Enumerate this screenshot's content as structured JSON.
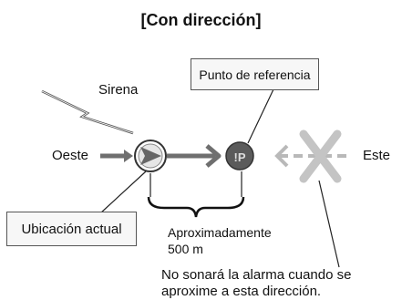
{
  "title": "[Con dirección]",
  "labels": {
    "siren": "Sirena",
    "reference_point": "Punto de referencia",
    "west": "Oeste",
    "east": "Este",
    "current_location": "Ubicación actual",
    "distance_line1": "Aproximadamente",
    "distance_line2": "500 m",
    "note_line1": "No sonará la alarma cuando se",
    "note_line2": "aproxime a esta dirección."
  },
  "colors": {
    "arrow": "#6f6f6f",
    "cross": "#c4c4c4",
    "dashed_arrow": "#b9b9b9",
    "line": "#222222"
  },
  "icons": [
    "lightning-bolt-icon",
    "navigation-arrow-icon",
    "reference-point-icon",
    "cross-mark-icon"
  ]
}
